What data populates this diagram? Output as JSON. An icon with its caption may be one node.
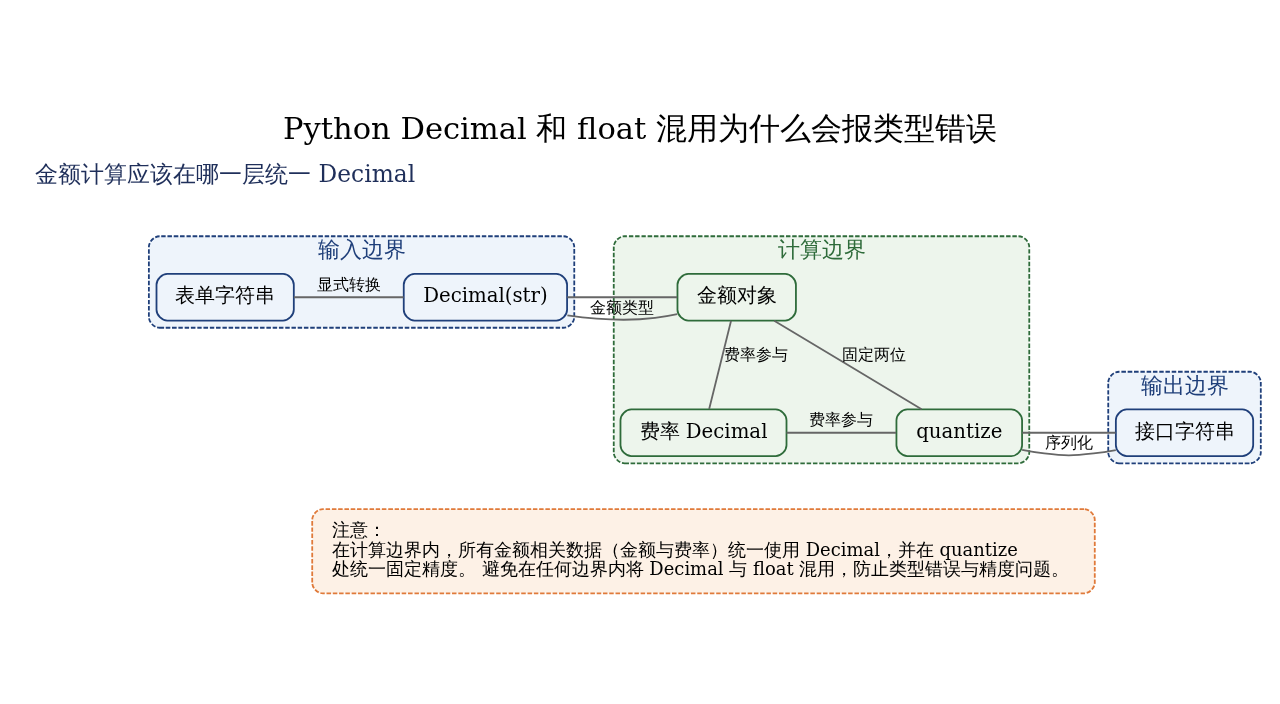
{
  "diagram": {
    "title": "Python Decimal 和 float 混用为什么会报类型错误",
    "nodes": [
      {
        "text": [
          "输入边界"
        ]
      },
      {
        "text": [
          "表单字符串"
        ],
        "in": 0
      },
      {
        "text": [
          "Decimal(str)"
        ],
        "in": 0
      },
      {
        "text": [
          "计算边界"
        ]
      },
      {
        "text": [
          "金额对象"
        ],
        "in": 3
      },
      {
        "text": [
          "费率 Decimal"
        ],
        "in": 3
      },
      {
        "text": [
          "quantize"
        ],
        "in": 3
      },
      {
        "text": [
          "输出边界"
        ]
      },
      {
        "text": [
          "接口字符串"
        ],
        "in": 7
      },
      {
        "text": [
          "注意：",
          "在计算边界内，所有金额相关数据（金额与费率）统一使用 Decimal，并在 quantize 处统一固定精度。 避免在任何边界内将 Decimal 与 float 混用，防止类型错误与精度问题。"
        ]
      }
    ],
    "edges": [
      {
        "from": 1,
        "to": 2,
        "arrow": "none",
        "label": "显式转换"
      },
      {
        "from": 2,
        "to": 4,
        "arrow": "none",
        "label": "金额类型"
      },
      {
        "from": 4,
        "to": 5,
        "arrow": "none",
        "label": "费率参与"
      },
      {
        "from": 5,
        "to": 6,
        "arrow": "none",
        "label": "费率参与"
      },
      {
        "from": 4,
        "to": 6,
        "arrow": "none",
        "label": "固定两位"
      },
      {
        "from": 6,
        "to": 8,
        "arrow": "none",
        "label": "序列化"
      }
    ],
    "labels": [
      "金额计算应该在哪一层统一 Decimal"
    ]
  }
}
